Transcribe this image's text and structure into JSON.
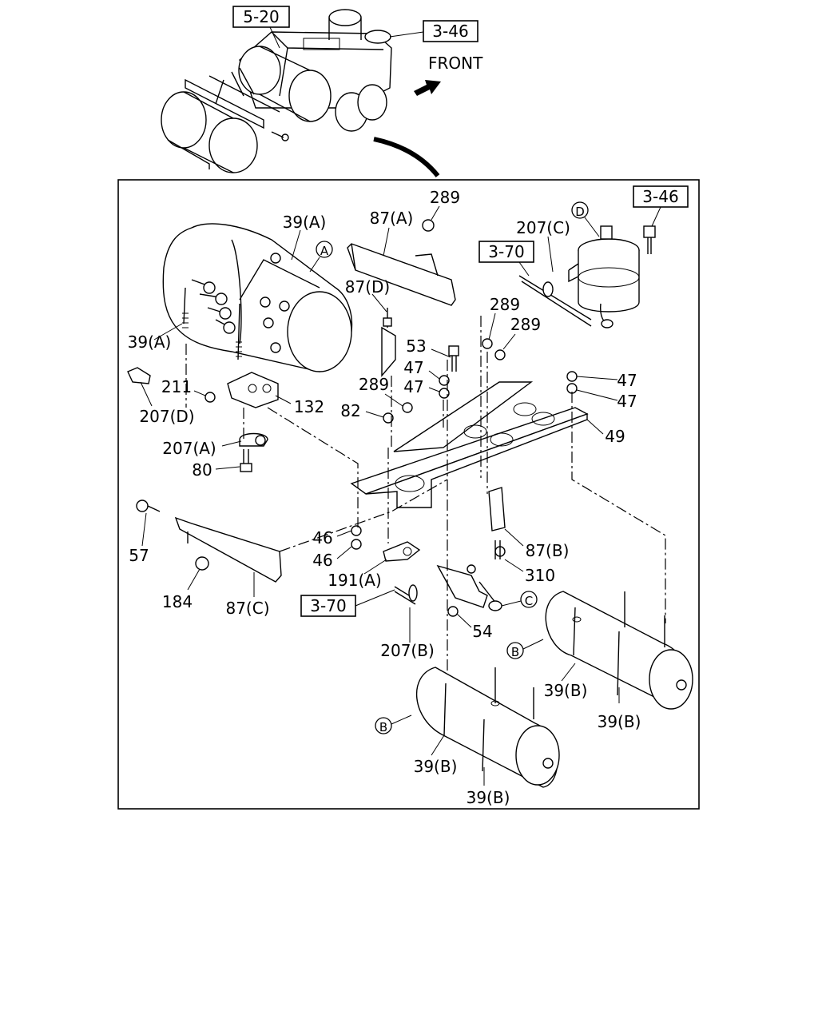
{
  "overview": {
    "ref_5_20": "5-20",
    "ref_3_46": "3-46",
    "front_label": "FRONT"
  },
  "detail": {
    "ref_3_46": "3-46",
    "ref_3_70_upper": "3-70",
    "ref_3_70_lower": "3-70"
  },
  "callouts": {
    "A": "A",
    "C": "C",
    "D": "D",
    "B1": "B",
    "B2": "B"
  },
  "labels": {
    "l289_top": "289",
    "l39A_top": "39(A)",
    "l87A": "87(A)",
    "l207C": "207(C)",
    "l87D": "87(D)",
    "l289_r1": "289",
    "l289_r2": "289",
    "l39A_left": "39(A)",
    "l53": "53",
    "l47_a": "47",
    "l47_b": "47",
    "l47_c": "47",
    "l47_d": "47",
    "l211": "211",
    "l207D": "207(D)",
    "l132": "132",
    "l289_mid": "289",
    "l82": "82",
    "l49": "49",
    "l207A": "207(A)",
    "l80": "80",
    "l46_a": "46",
    "l46_b": "46",
    "l57": "57",
    "l87B": "87(B)",
    "l310": "310",
    "l191A": "191(A)",
    "l184": "184",
    "l87C": "87(C)",
    "l54": "54",
    "l207B": "207(B)",
    "l39B_a": "39(B)",
    "l39B_b": "39(B)",
    "l39B_c": "39(B)",
    "l39B_d": "39(B)"
  }
}
